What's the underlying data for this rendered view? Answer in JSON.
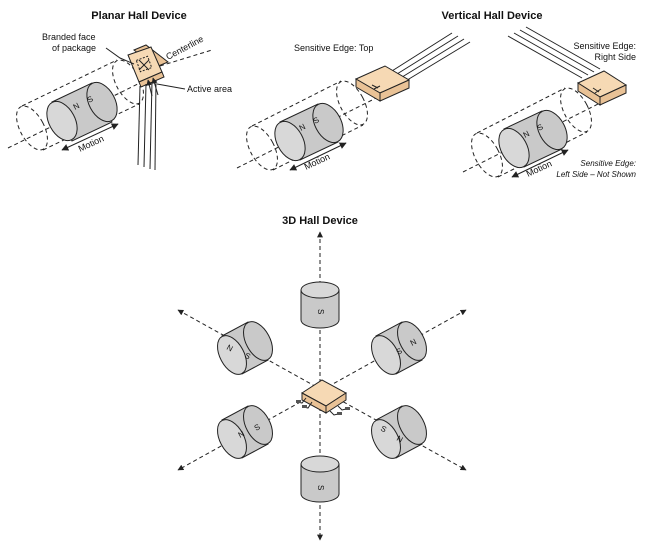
{
  "planar": {
    "title": "Planar Hall Device",
    "label_branded_line1": "Branded face",
    "label_branded_line2": "of package",
    "label_centerline": "Centerline",
    "label_active_area": "Active area",
    "label_motion": "Motion",
    "pole_n": "N",
    "pole_s": "S"
  },
  "vertical": {
    "title": "Vertical Hall Device",
    "label_edge_top": "Sensitive Edge: Top",
    "label_edge_right_line1": "Sensitive Edge:",
    "label_edge_right_line2": "Right Side",
    "label_edge_left_line1": "Sensitive Edge:",
    "label_edge_left_line2": "Left Side – Not Shown",
    "label_motion_1": "Motion",
    "label_motion_2": "Motion",
    "pole_n": "N",
    "pole_s": "S"
  },
  "three_d": {
    "title": "3D Hall Device",
    "pole_n": "N",
    "pole_s": "S"
  },
  "colors": {
    "package_top": "#f6d9b4",
    "package_side": "#e9c296",
    "magnet_gray": "#c9c9c9"
  }
}
